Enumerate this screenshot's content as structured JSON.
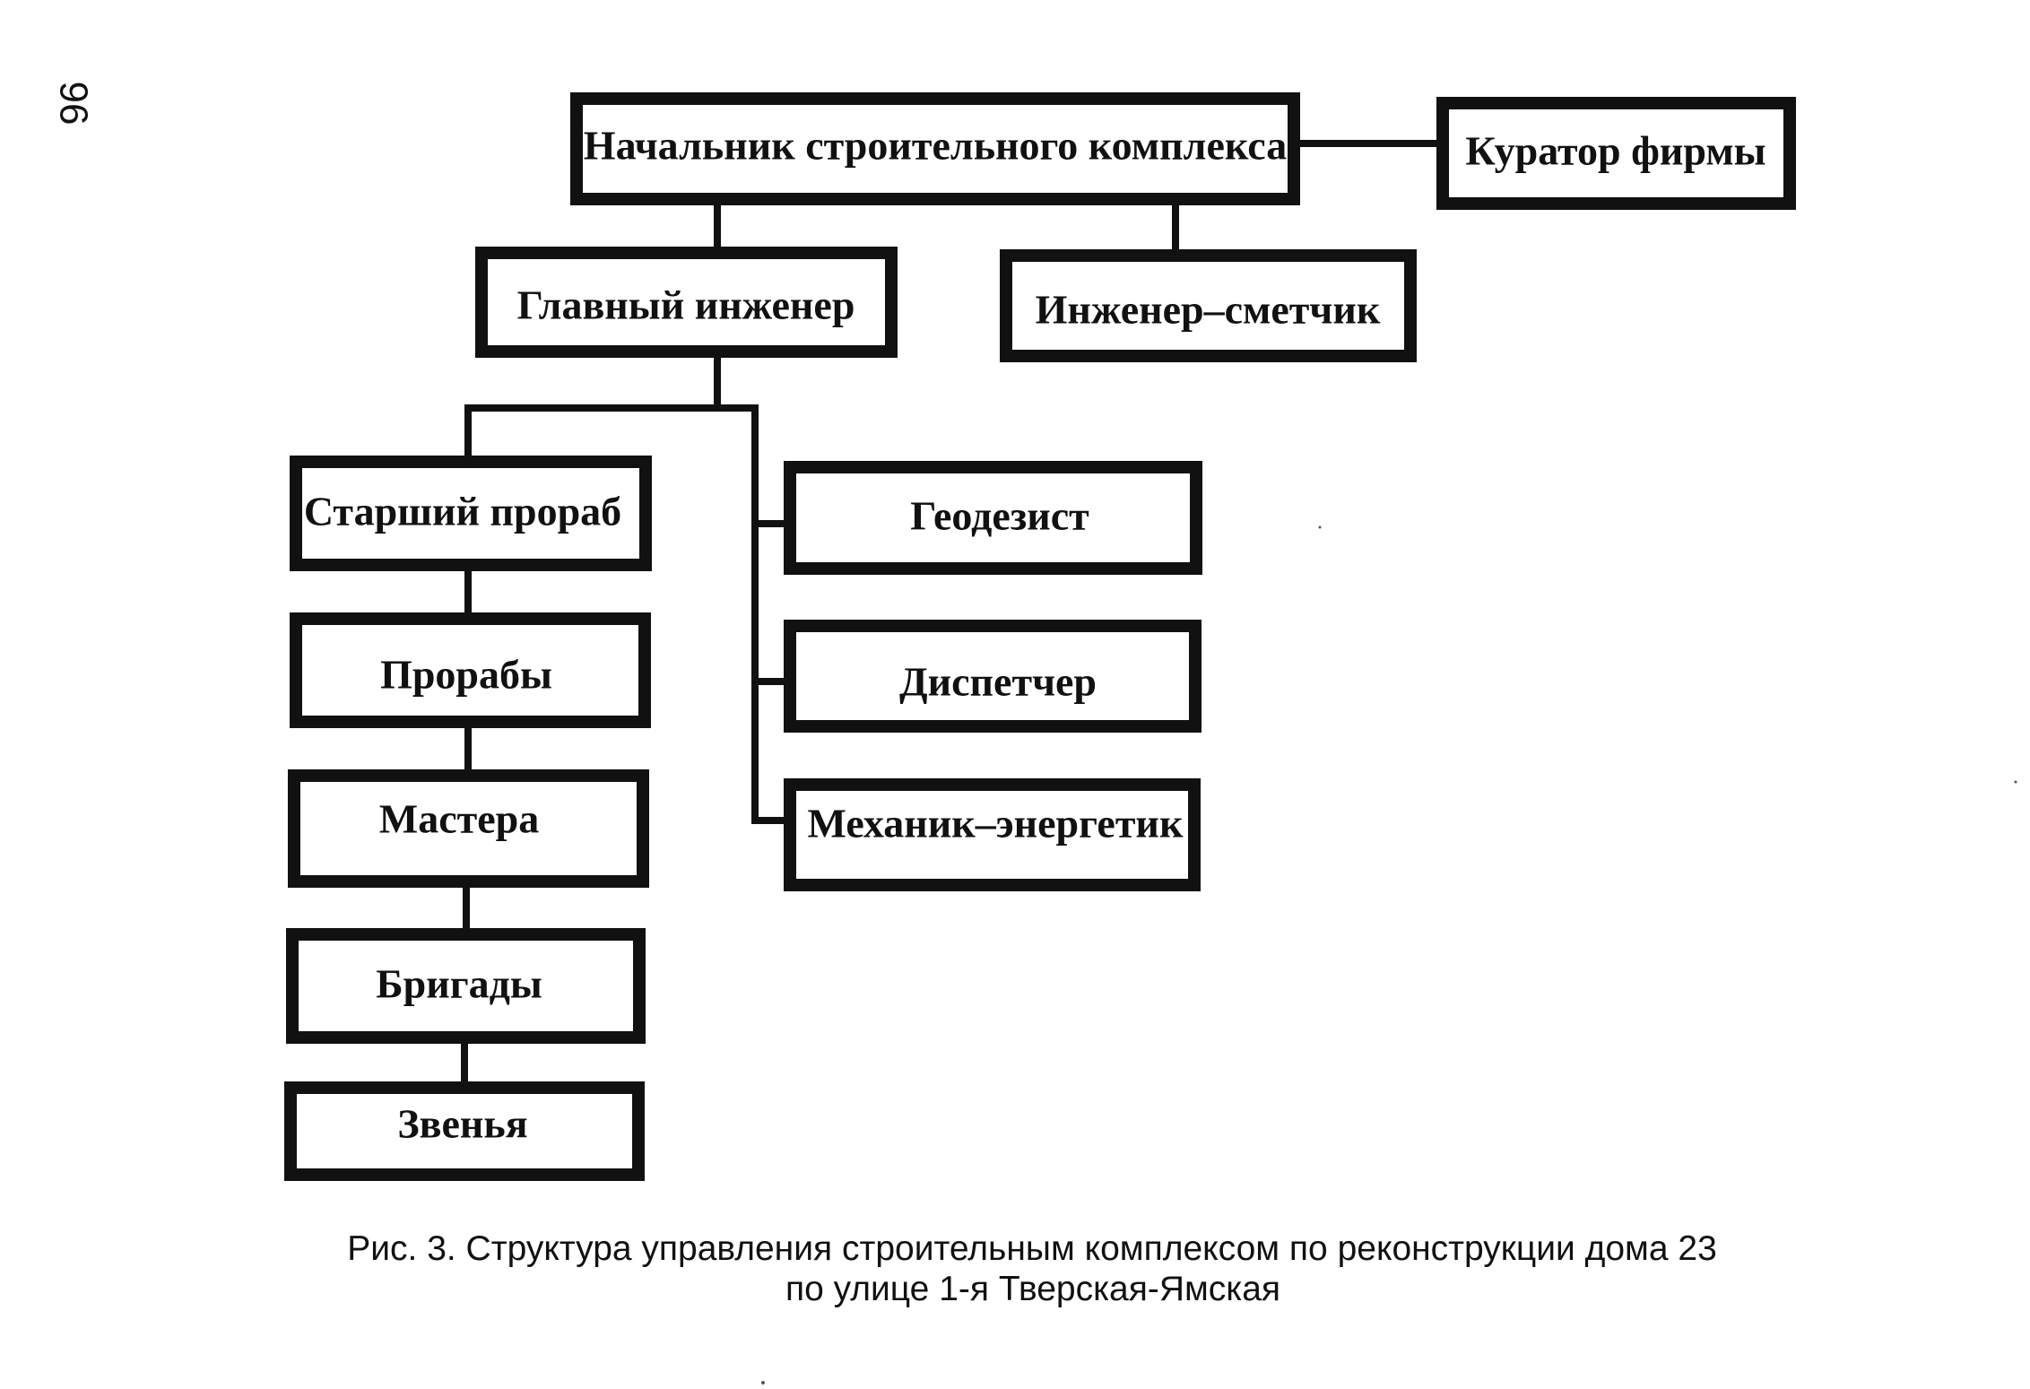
{
  "page_number": "96",
  "boxes": {
    "head": "Начальник строительного комплекса",
    "curator": "Куратор фирмы",
    "chief_engineer": "Главный инженер",
    "estimator": "Инженер–сметчик",
    "senior_foreman": "Старший прораб",
    "geodesist": "Геодезист",
    "foremen": "Прорабы",
    "dispatcher": "Диспетчер",
    "masters": "Мастера",
    "mechanic": "Механик–энергетик",
    "brigades": "Бригады",
    "units": "Звенья"
  },
  "caption": {
    "line1": "Рис. 3. Структура управления строительным комплексом по реконструкции дома 23",
    "line2": "по улице 1-я Тверская-Ямская"
  }
}
